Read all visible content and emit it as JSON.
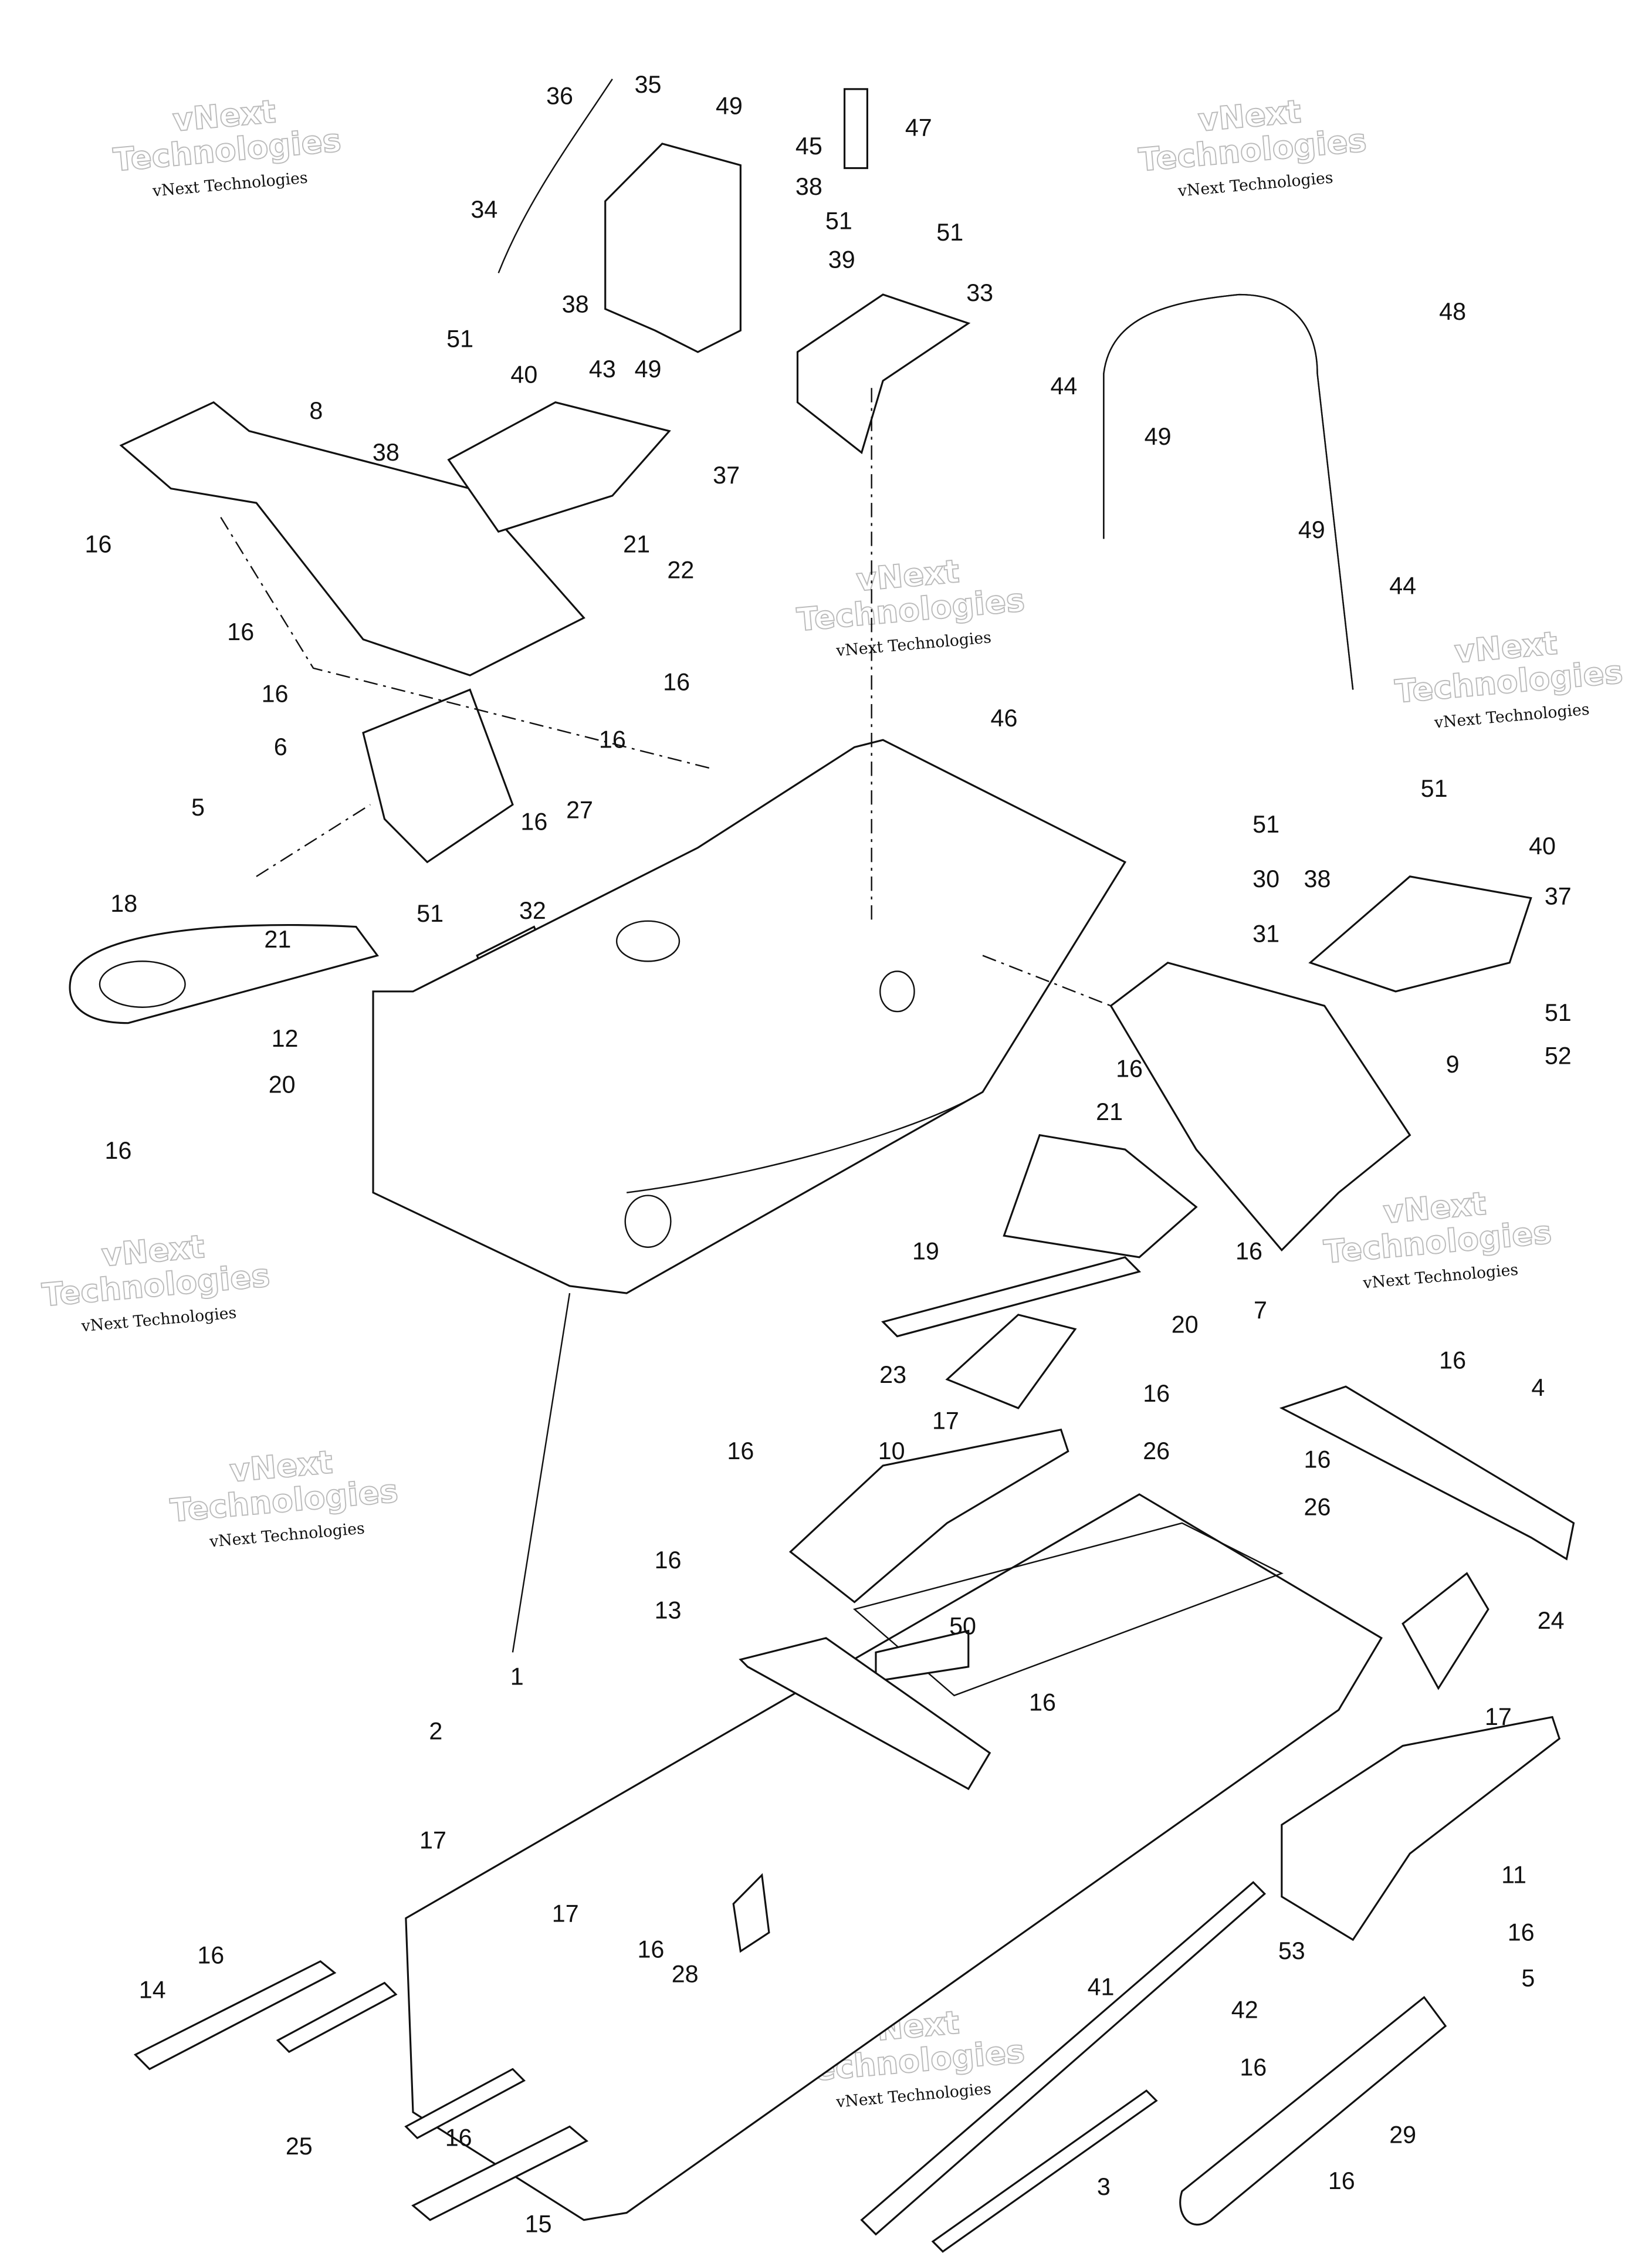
{
  "diagram": {
    "title": "Frame / chassis exploded parts view",
    "watermark_small": "vNext Technologies",
    "watermark_big_line1": "vNext",
    "watermark_big_line2": "Technologies",
    "callouts": [
      "36",
      "35",
      "49",
      "47",
      "45",
      "38",
      "34",
      "51",
      "51",
      "39",
      "33",
      "38",
      "43",
      "49",
      "48",
      "51",
      "40",
      "8",
      "44",
      "49",
      "38",
      "37",
      "16",
      "21",
      "22",
      "49",
      "44",
      "16",
      "16",
      "16",
      "16",
      "6",
      "46",
      "5",
      "51",
      "16",
      "27",
      "51",
      "40",
      "37",
      "30",
      "18",
      "32",
      "38",
      "51",
      "31",
      "21",
      "51",
      "52",
      "12",
      "9",
      "20",
      "16",
      "21",
      "16",
      "16",
      "19",
      "7",
      "20",
      "23",
      "16",
      "4",
      "16",
      "17",
      "16",
      "10",
      "26",
      "16",
      "26",
      "16",
      "13",
      "50",
      "24",
      "16",
      "1",
      "17",
      "2",
      "17",
      "11",
      "17",
      "16",
      "28",
      "16",
      "53",
      "16",
      "41",
      "14",
      "42",
      "5",
      "16",
      "29",
      "25",
      "16",
      "3",
      "16",
      "15"
    ]
  }
}
